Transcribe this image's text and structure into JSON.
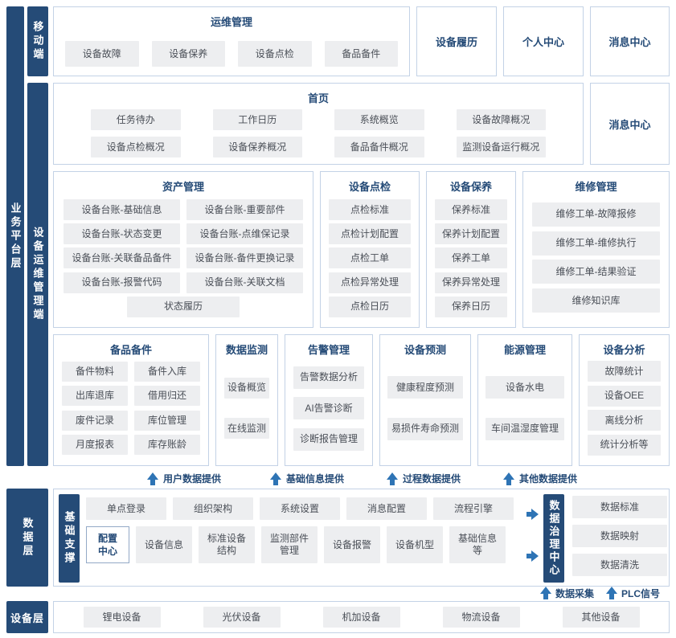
{
  "colors": {
    "navy": "#254B77",
    "title_navy": "#254B77",
    "box_gray": "#EDEEF0",
    "border_blue": "#C3D2E6",
    "arrow_blue": "#2E74B5",
    "item_text": "#4A4F57"
  },
  "rails": {
    "business_platform": "业务平台层",
    "mobile": "移动端",
    "device_ops": "设备运维管理端",
    "data_layer": "数据层",
    "base_support": "基础支撑",
    "data_governance": "数据治理中心",
    "device_layer": "设备层"
  },
  "mobile_section": {
    "ops": {
      "title": "运维管理",
      "items": [
        "设备故障",
        "设备保养",
        "设备点检",
        "备品备件"
      ]
    },
    "solo_boxes": [
      "设备履历",
      "个人中心",
      "消息中心"
    ]
  },
  "home": {
    "title": "首页",
    "items": [
      "任务待办",
      "工作日历",
      "系统概览",
      "设备故障概况",
      "设备点检概况",
      "设备保养概况",
      "备品备件概况",
      "监测设备运行概况"
    ],
    "message_center": "消息中心"
  },
  "business_row2": [
    {
      "title": "资产管理",
      "items": [
        "设备台账-基础信息",
        "设备台账-重要部件",
        "设备台账-状态变更",
        "设备台账-点维保记录",
        "设备台账-关联备品备件",
        "设备台账-备件更换记录",
        "设备台账-报警代码",
        "设备台账-关联文档",
        "状态履历"
      ]
    },
    {
      "title": "设备点检",
      "items": [
        "点检标准",
        "点检计划配置",
        "点检工单",
        "点检异常处理",
        "点检日历"
      ]
    },
    {
      "title": "设备保养",
      "items": [
        "保养标准",
        "保养计划配置",
        "保养工单",
        "保养异常处理",
        "保养日历"
      ]
    },
    {
      "title": "维修管理",
      "items": [
        "维修工单-故障报修",
        "维修工单-维修执行",
        "维修工单-结果验证",
        "维修知识库"
      ]
    }
  ],
  "business_row3": [
    {
      "title": "备品备件",
      "items": [
        "备件物料",
        "备件入库",
        "出库退库",
        "借用归还",
        "废件记录",
        "库位管理",
        "月度报表",
        "库存账龄"
      ]
    },
    {
      "title": "数据监测",
      "items": [
        "设备概览",
        "在线监测"
      ]
    },
    {
      "title": "告警管理",
      "items": [
        "告警数据分析",
        "AI告警诊断",
        "诊断报告管理"
      ]
    },
    {
      "title": "设备预测",
      "items": [
        "健康程度预测",
        "易损件寿命预测"
      ]
    },
    {
      "title": "能源管理",
      "items": [
        "设备水电",
        "车间温湿度管理"
      ]
    },
    {
      "title": "设备分析",
      "items": [
        "故障统计",
        "设备OEE",
        "离线分析",
        "统计分析等"
      ]
    }
  ],
  "data_flows": [
    "用户数据提供",
    "基础信息提供",
    "过程数据提供",
    "其他数据提供"
  ],
  "data_layer": {
    "row1": [
      "单点登录",
      "组织架构",
      "系统设置",
      "消息配置",
      "流程引擎"
    ],
    "config_center": "配置中心",
    "row2": [
      "设备信息",
      "标准设备结构",
      "监测部件管理",
      "设备报警",
      "设备机型",
      "基础信息等"
    ],
    "governance_items": [
      "数据标准",
      "数据映射",
      "数据清洗"
    ],
    "bottom_flows": [
      "数据采集",
      "PLC信号"
    ]
  },
  "device_layer_items": [
    "锂电设备",
    "光伏设备",
    "机加设备",
    "物流设备",
    "其他设备"
  ]
}
